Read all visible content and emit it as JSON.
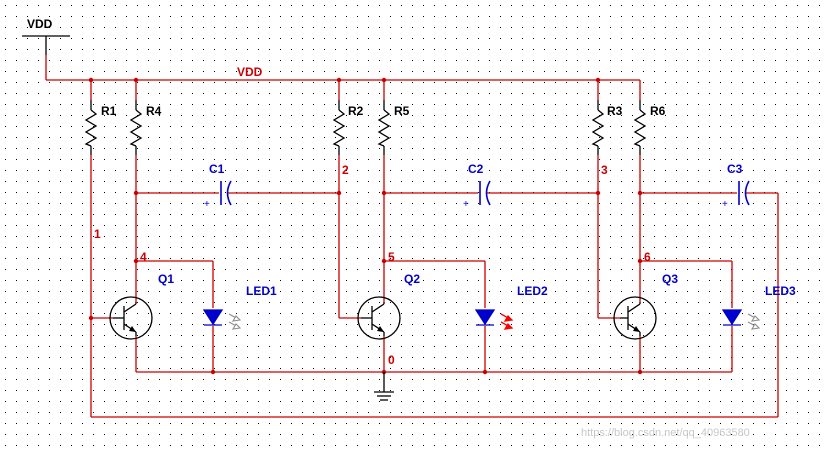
{
  "supply": {
    "source_label": "VDD",
    "rail_label": "VDD"
  },
  "resistors": [
    {
      "name": "R1"
    },
    {
      "name": "R4"
    },
    {
      "name": "R2"
    },
    {
      "name": "R5"
    },
    {
      "name": "R3"
    },
    {
      "name": "R6"
    }
  ],
  "capacitors": [
    {
      "name": "C1",
      "polarity": "+"
    },
    {
      "name": "C2",
      "polarity": "+"
    },
    {
      "name": "C3",
      "polarity": "+"
    }
  ],
  "transistors": [
    {
      "name": "Q1"
    },
    {
      "name": "Q2"
    },
    {
      "name": "Q3"
    }
  ],
  "leds": [
    {
      "name": "LED1",
      "state": "off"
    },
    {
      "name": "LED2",
      "state": "on"
    },
    {
      "name": "LED3",
      "state": "off"
    }
  ],
  "nodes": {
    "n0": "0",
    "n1": "1",
    "n2": "2",
    "n3": "3",
    "n4": "4",
    "n5": "5",
    "n6": "6"
  },
  "watermark": "https://blog.csdn.net/qq_40963580",
  "colors": {
    "wire": "#cc0000",
    "component": "#000000",
    "label": "#0000cc",
    "node": "#cc0000",
    "led_on_arrows": "#ff0000",
    "grid_dot": "#000000"
  }
}
